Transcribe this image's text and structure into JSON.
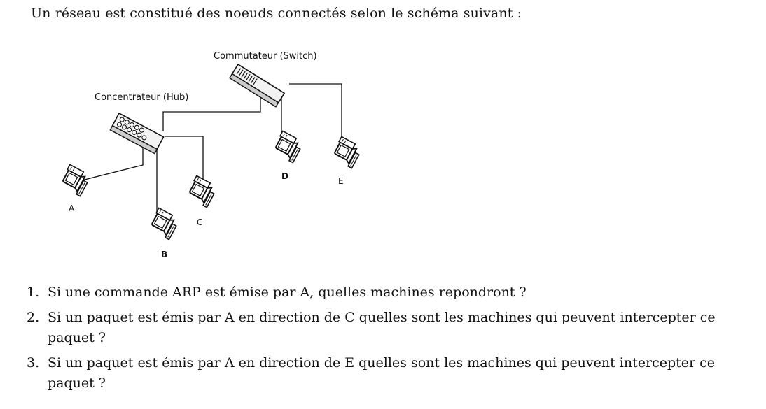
{
  "intro": "Un réseau est constitué des noeuds connectés selon le schéma suivant :",
  "diagram": {
    "switch_label": "Commutateur (Switch)",
    "hub_label": "Concentrateur (Hub)",
    "nodes": {
      "a": "A",
      "b": "B",
      "c": "C",
      "d": "D",
      "e": "E"
    }
  },
  "questions": [
    {
      "number": "1.",
      "text": "Si une commande ARP est émise par A, quelles machines repondront ?"
    },
    {
      "number": "2.",
      "text": "Si un paquet est émis par A en direction de C quelles sont les machines qui peuvent intercepter ce paquet ?"
    },
    {
      "number": "3.",
      "text": "Si un paquet est émis par A en direction de E quelles sont les machines qui peuvent intercepter ce paquet ?"
    }
  ]
}
